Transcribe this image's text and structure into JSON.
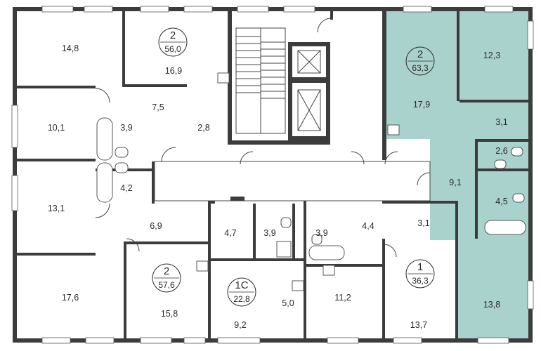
{
  "colors": {
    "background": "#ffffff",
    "wall": "#3c3c3c",
    "highlight": "#a9d2cc",
    "text": "#2b2b2b"
  },
  "apartments": [
    {
      "rooms": "2",
      "total_area": "56,0"
    },
    {
      "rooms": "2",
      "total_area": "63,3"
    },
    {
      "rooms": "2",
      "total_area": "57,6"
    },
    {
      "rooms": "1С",
      "total_area": "22,8"
    },
    {
      "rooms": "1",
      "total_area": "36,3"
    }
  ],
  "room_areas": [
    "14,8",
    "16,9",
    "7,5",
    "2,8",
    "10,1",
    "3,9",
    "4,2",
    "13,1",
    "6,9",
    "17,6",
    "15,8",
    "4,7",
    "3,9",
    "9,2",
    "5,0",
    "3,9",
    "11,2",
    "4,4",
    "3,1",
    "13,7",
    "12,3",
    "17,9",
    "3,1",
    "2,6",
    "9,1",
    "4,5",
    "13,8"
  ]
}
